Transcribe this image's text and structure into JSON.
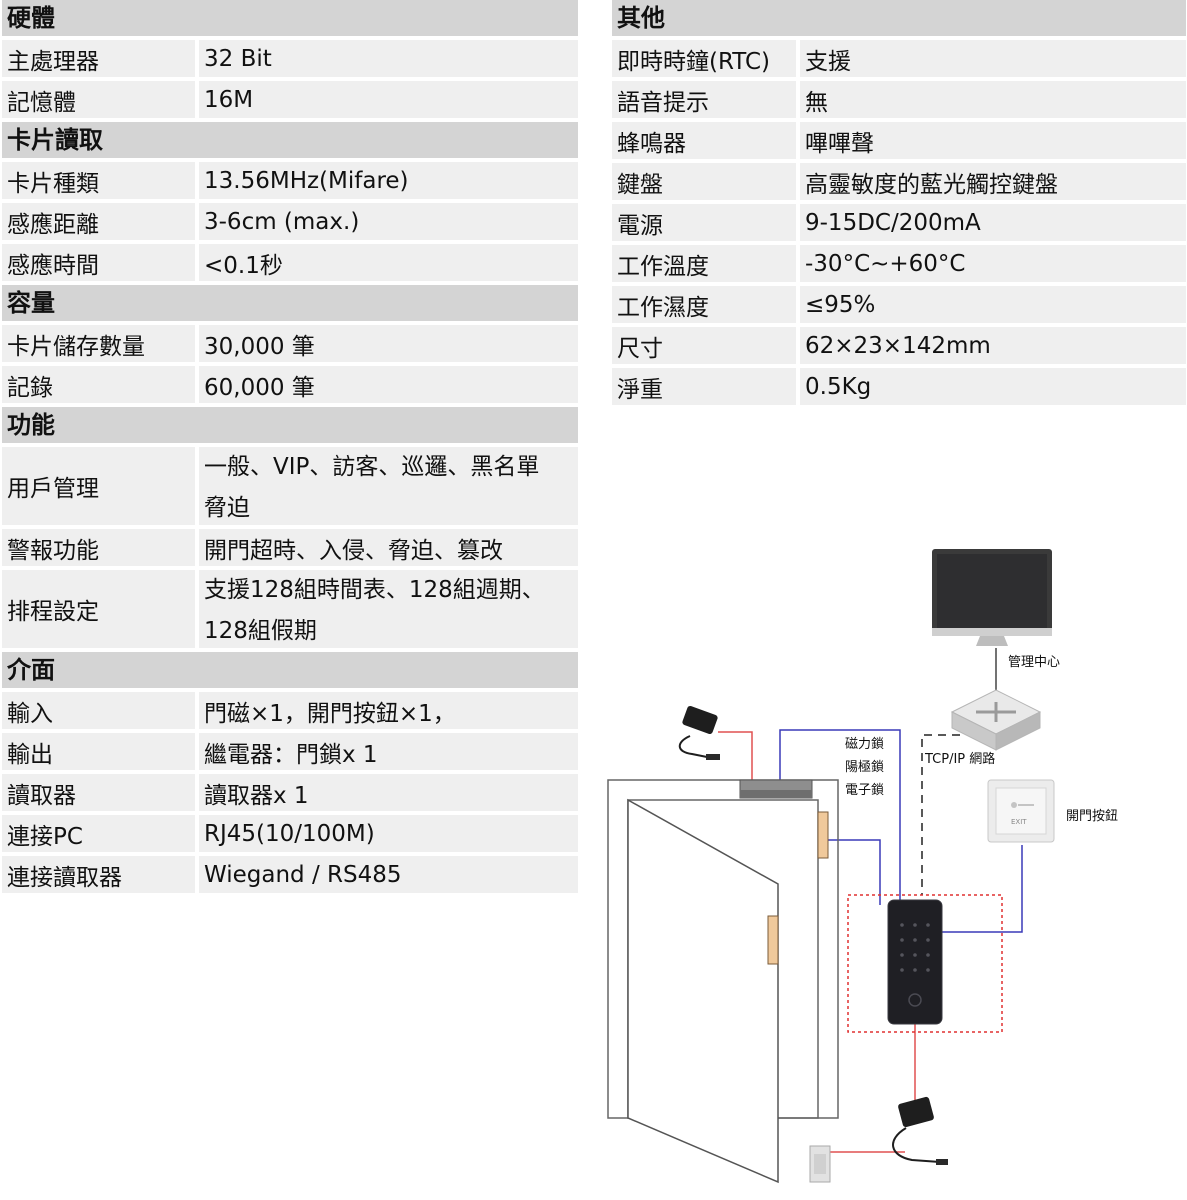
{
  "left_sections": [
    {
      "title": "硬體",
      "rows": [
        {
          "label": "主處理器",
          "value": "32 Bit"
        },
        {
          "label": "記憶體",
          "value": "16M"
        }
      ]
    },
    {
      "title": "卡片讀取",
      "rows": [
        {
          "label": "卡片種類",
          "value": "13.56MHz(Mifare)"
        },
        {
          "label": "感應距離",
          "value": "3-6cm (max.)"
        },
        {
          "label": "感應時間",
          "value": "<0.1秒"
        }
      ]
    },
    {
      "title": "容量",
      "rows": [
        {
          "label": "卡片儲存數量",
          "value": "30,000 筆"
        },
        {
          "label": "記錄",
          "value": "60,000 筆"
        }
      ]
    },
    {
      "title": "功能",
      "rows": [
        {
          "label": "用戶管理",
          "value_lines": [
            "一般、VIP、訪客、巡邏、黑名單",
            "脅迫"
          ]
        },
        {
          "label": "警報功能",
          "value": "開門超時、入侵、脅迫、篡改"
        },
        {
          "label": "排程設定",
          "value_lines": [
            "支援128組時間表、128組週期、",
            "128組假期"
          ]
        }
      ]
    },
    {
      "title": "介面",
      "rows": [
        {
          "label": "輸入",
          "value": "門磁×1，開門按鈕×1，"
        },
        {
          "label": "輸出",
          "value": "繼電器：門鎖x 1"
        },
        {
          "label": "讀取器",
          "value": "讀取器x 1"
        },
        {
          "label": "連接PC",
          "value": "RJ45(10/100M)"
        },
        {
          "label": "連接讀取器",
          "value": "Wiegand / RS485"
        }
      ]
    }
  ],
  "right_section": {
    "title": "其他",
    "rows": [
      {
        "label": "即時時鐘(RTC)",
        "value": "支援"
      },
      {
        "label": "語音提示",
        "value": "無"
      },
      {
        "label": "蜂鳴器",
        "value": "嗶嗶聲"
      },
      {
        "label": "鍵盤",
        "value": "高靈敏度的藍光觸控鍵盤"
      },
      {
        "label": "電源",
        "value": "9-15DC/200mA"
      },
      {
        "label": "工作溫度",
        "value": "-30°C~+60°C"
      },
      {
        "label": "工作濕度",
        "value": "≤95%"
      },
      {
        "label": "尺寸",
        "value": "62×23×142mm"
      },
      {
        "label": "淨重",
        "value": "0.5Kg"
      }
    ]
  },
  "diagram": {
    "management_center": "管理中心",
    "network": "TCP/IP 網路",
    "lock_types": [
      "磁力鎖",
      "陽極鎖",
      "電子鎖"
    ],
    "exit_button": "開門按鈕",
    "exit_button_face": "EXIT",
    "colors": {
      "red_wire": "#e05050",
      "blue_wire": "#3a3ab8",
      "dashed_box": "#e03030"
    }
  }
}
